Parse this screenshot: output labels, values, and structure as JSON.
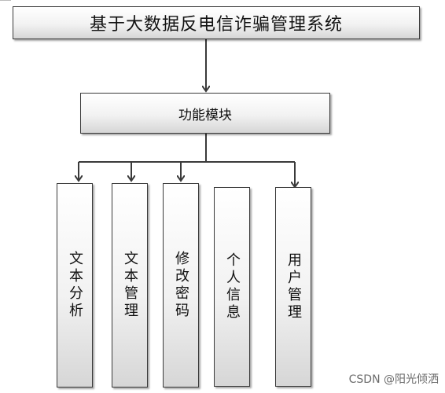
{
  "diagram": {
    "root": "基于大数据反电信诈骗管理系统",
    "module": "功能模块",
    "leaves": [
      "文本分析",
      "文本管理",
      "修改密码",
      "个人信息",
      "用户管理"
    ]
  },
  "watermark": "CSDN @阳光倾洒",
  "colors": {
    "line": "#3a3a3a",
    "box_border": "#3a3a3a"
  }
}
